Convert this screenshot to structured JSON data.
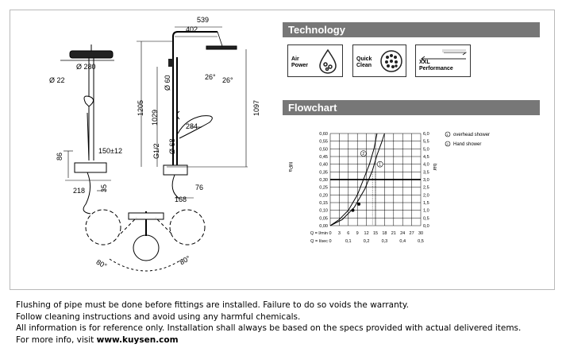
{
  "technology": {
    "header": "Technology",
    "features": [
      {
        "line1": "Air",
        "line2": "Power",
        "icon": "water-drop-icon"
      },
      {
        "line1": "Quick",
        "line2": "Clean",
        "icon": "shower-nozzle-icon"
      },
      {
        "line1": "XXL",
        "line2": "Performance",
        "icon": "arrows-icon"
      }
    ]
  },
  "flowchart": {
    "header": "Flowchart",
    "legend": [
      "overhead shower",
      "Hand shower"
    ],
    "legend_marks": [
      "1",
      "2"
    ],
    "left_axis_unit": "MPa",
    "right_axis_unit": "bar"
  },
  "chart_data": {
    "type": "line",
    "xlabel_lmin": "Q = l/min",
    "xlabel_lsec": "Q = l/sec",
    "x_lmin_ticks": [
      "0",
      "3",
      "6",
      "9",
      "12",
      "15",
      "18",
      "21",
      "24",
      "27",
      "30"
    ],
    "x_lsec_ticks": [
      "0",
      "0,1",
      "0,2",
      "0,3",
      "0,4",
      "0,5"
    ],
    "y_mpa_ticks": [
      "0,00",
      "0,05",
      "0,10",
      "0,15",
      "0,20",
      "0,25",
      "0,30",
      "0,35",
      "0,40",
      "0,45",
      "0,50",
      "0,55",
      "0,60"
    ],
    "y_bar_ticks": [
      "0,0",
      "0,5",
      "1,0",
      "1,5",
      "2,0",
      "2,5",
      "3,0",
      "3,5",
      "4,0",
      "4,5",
      "5,0",
      "5,5",
      "6,0"
    ],
    "xlim": [
      0,
      30
    ],
    "ylim": [
      0,
      0.6
    ],
    "reference_pressure_mpa": 0.3,
    "series": [
      {
        "name": "overhead shower",
        "x": [
          0,
          4,
          8,
          11.5,
          14,
          15.5,
          17,
          18
        ],
        "y": [
          0,
          0.04,
          0.12,
          0.24,
          0.36,
          0.46,
          0.54,
          0.6
        ]
      },
      {
        "name": "Hand shower",
        "x": [
          0,
          3,
          6,
          9,
          11,
          13,
          14.5,
          15.5
        ],
        "y": [
          0,
          0.04,
          0.1,
          0.2,
          0.3,
          0.4,
          0.5,
          0.6
        ]
      }
    ],
    "marked_points": [
      {
        "x": 7.5,
        "y": 0.1
      },
      {
        "x": 9.5,
        "y": 0.14
      }
    ]
  },
  "drawing": {
    "dims": {
      "d539": "539",
      "d402": "402",
      "d280": "Ø 280",
      "d22": "Ø 22",
      "d60": "Ø 60",
      "d1205": "1205",
      "d1029": "1029",
      "d1097": "1097",
      "d26a": "26°",
      "d26b": "26°",
      "d284": "284",
      "dG12": "G1/2",
      "d68": "Ø 68",
      "d86": "86",
      "d150": "150±12",
      "d35": "35",
      "d218": "218",
      "d76": "76",
      "d168": "168",
      "d80a": "80°",
      "d80b": "80°"
    }
  },
  "footer": {
    "line1": "Flushing of pipe must be done before fittings are installed. Failure to do so voids the warranty.",
    "line2": "Follow cleaning instructions and avoid using any harmful chemicals.",
    "line3": "All information is for reference only. Installation shall always be based on the specs provided with actual delivered items.",
    "line4_prefix": "For more info, visit ",
    "line4_link": "www.kuysen.com"
  }
}
